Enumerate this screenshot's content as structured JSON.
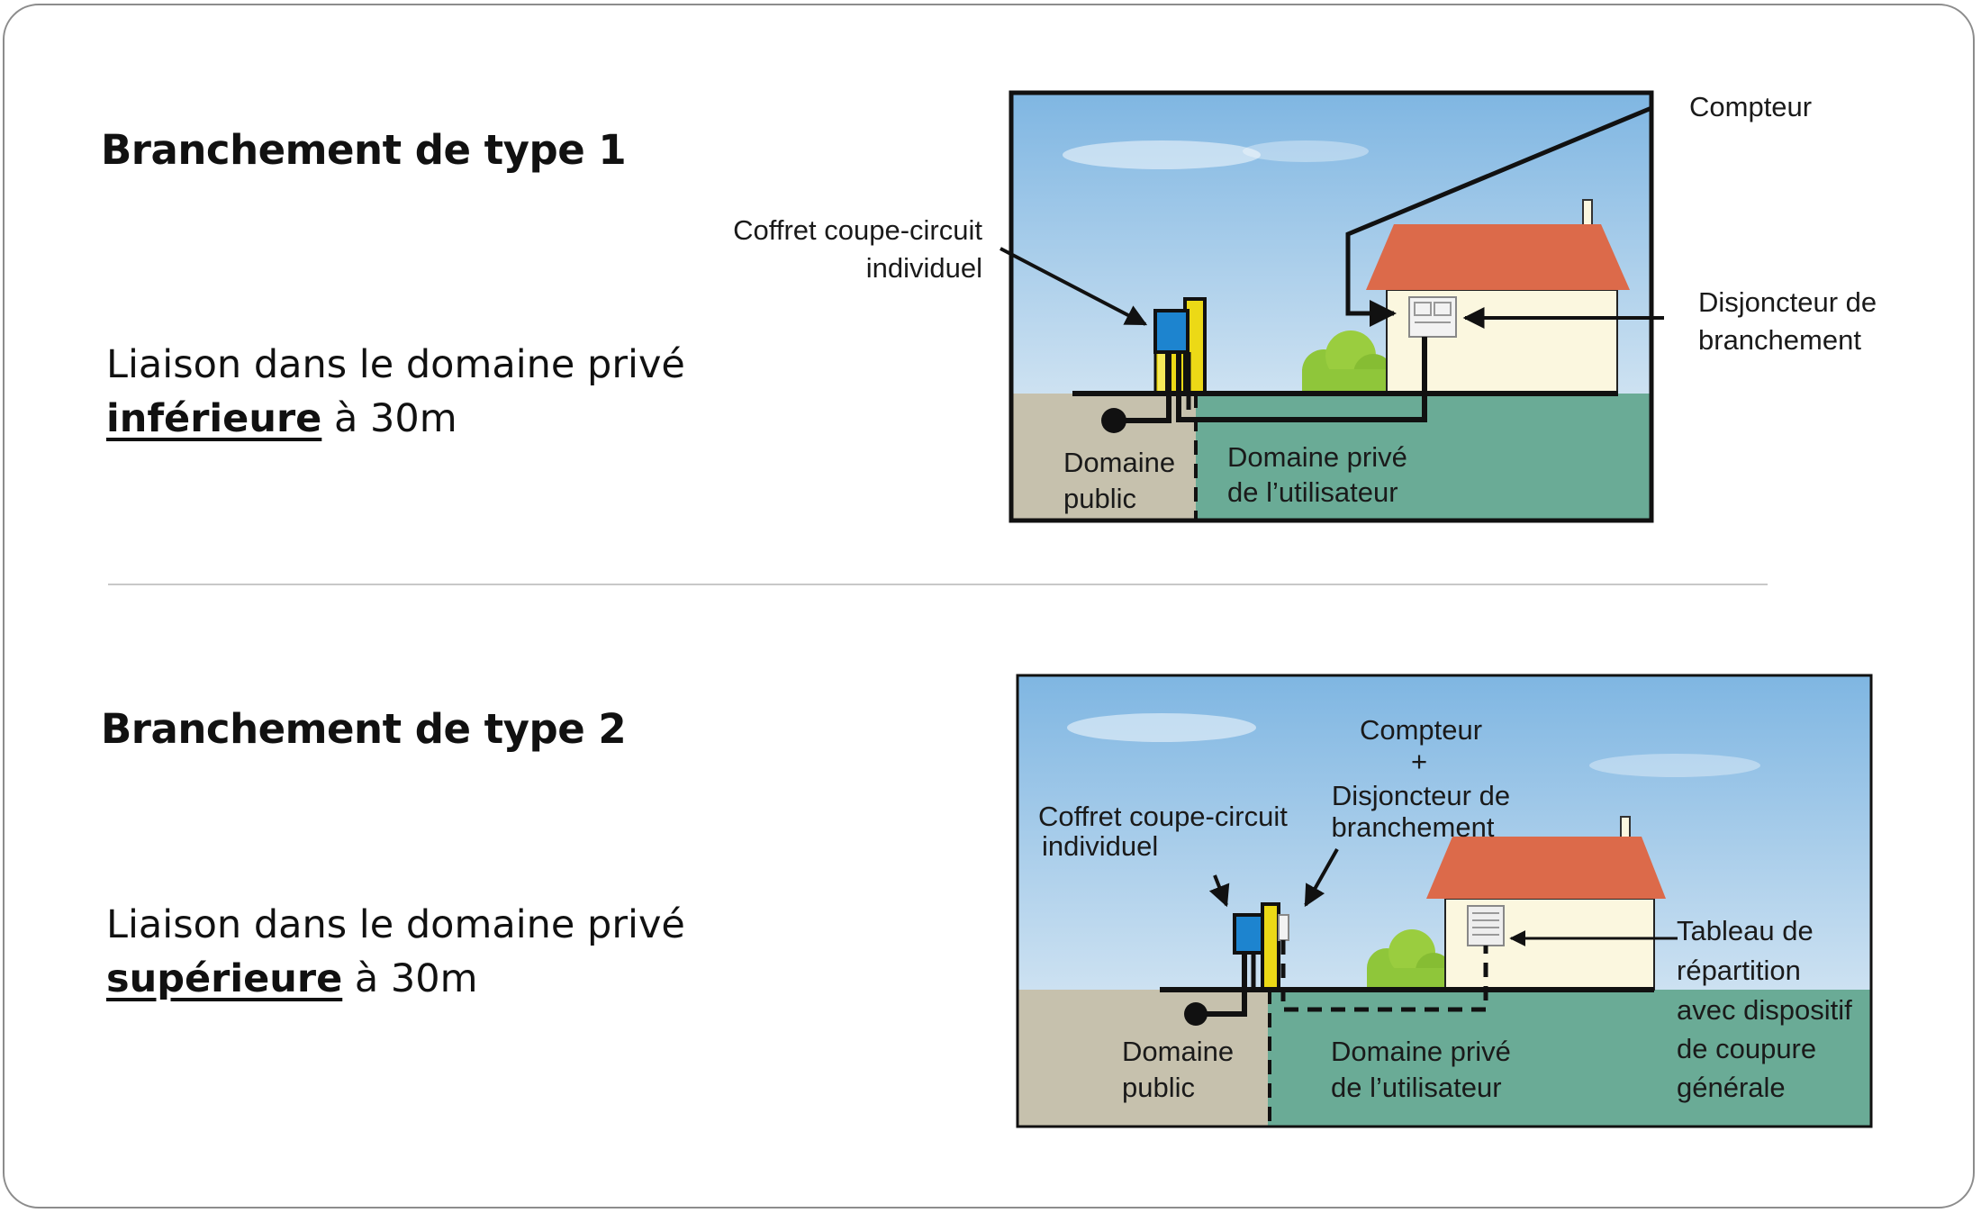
{
  "section1": {
    "title": "Branchement de type 1",
    "desc_line1": "Liaison dans le domaine privé",
    "desc_emph": "inférieure",
    "desc_rest": " à 30m",
    "labels": {
      "compteur": "Compteur",
      "coffret_1": "Coffret coupe-circuit",
      "coffret_2": "individuel",
      "disjoncteur_1": "Disjoncteur de",
      "disjoncteur_2": "branchement",
      "public_1": "Domaine",
      "public_2": "public",
      "prive_1": "Domaine privé",
      "prive_2": "de l’utilisateur"
    }
  },
  "section2": {
    "title": "Branchement de type 2",
    "desc_line1": "Liaison dans le domaine privé",
    "desc_emph": "supérieure",
    "desc_rest": " à 30m",
    "labels": {
      "compteur": "Compteur",
      "plus": "+",
      "disjoncteur_1": "Disjoncteur de",
      "disjoncteur_2": "branchement",
      "coffret_1": "Coffret coupe-circuit",
      "coffret_2": "individuel",
      "public_1": "Domaine",
      "public_2": "public",
      "prive_1": "Domaine privé",
      "prive_2": "de l’utilisateur",
      "tableau_1": "Tableau de",
      "tableau_2": "répartition",
      "tableau_3": "avec dispositif",
      "tableau_4": "de coupure",
      "tableau_5": "générale"
    }
  },
  "colors": {
    "sky_top": "#7fb6e2",
    "sky_bottom": "#eef4f8",
    "public_ground": "#c6c1ad",
    "private_ground": "#6aab96",
    "roof": "#dc6a4a",
    "wall": "#fbf7df",
    "coffret_blue": "#1d84cf",
    "coffret_yellow": "#ecd916",
    "bush": "#8fc63a"
  }
}
